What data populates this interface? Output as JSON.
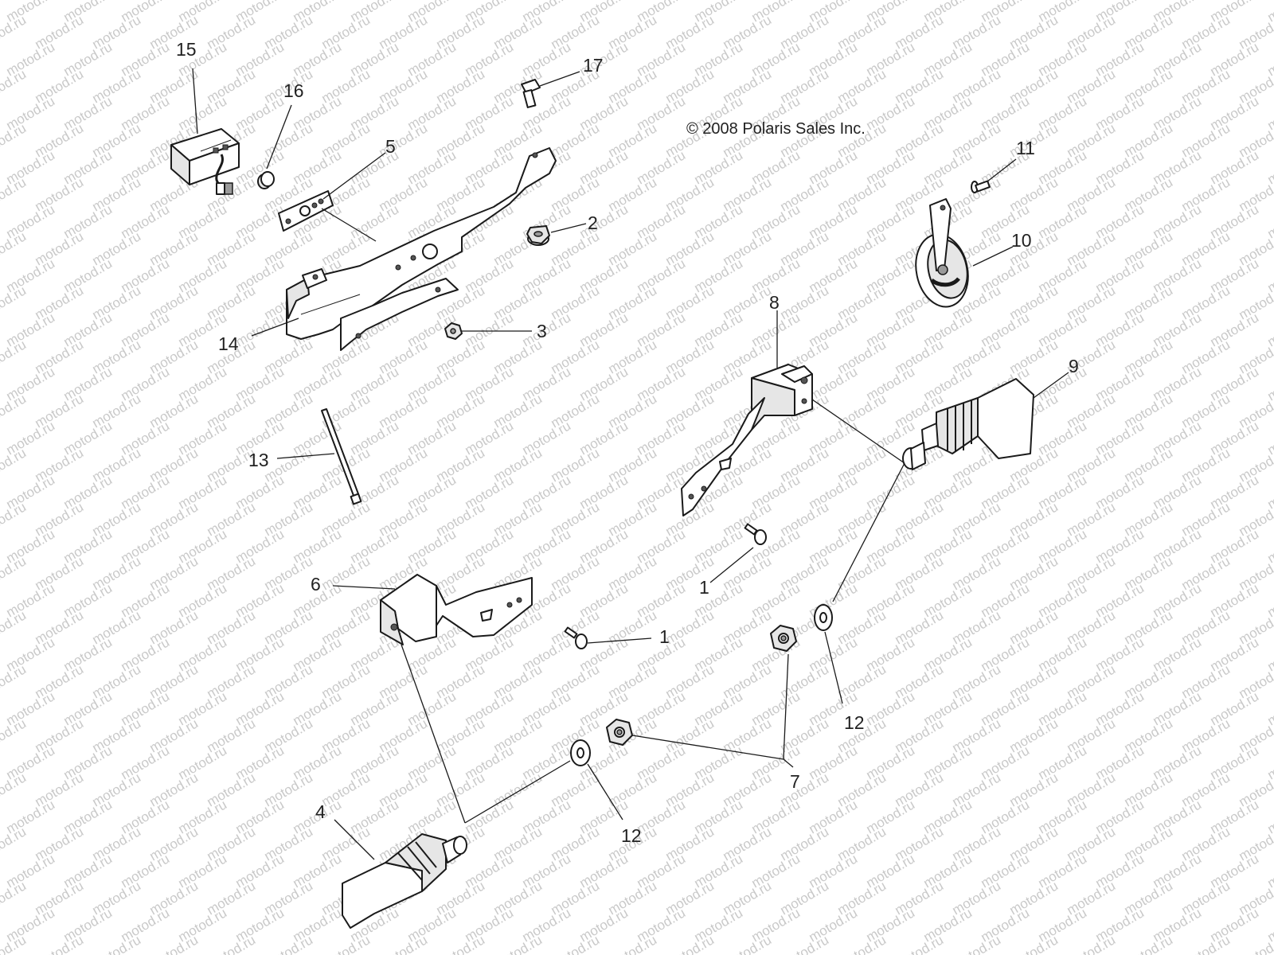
{
  "copyright": "© 2008 Polaris Sales Inc.",
  "watermark": "motod.ru",
  "colors": {
    "line": "#1a1a1a",
    "watermark": "#c9c9c9",
    "background": "#ffffff"
  },
  "callouts": {
    "c1a": "1",
    "c1b": "1",
    "c2": "2",
    "c3": "3",
    "c4": "4",
    "c5": "5",
    "c6": "6",
    "c7": "7",
    "c8": "8",
    "c9": "9",
    "c10": "10",
    "c11": "11",
    "c12a": "12",
    "c12b": "12",
    "c13": "13",
    "c14": "14",
    "c15": "15",
    "c16": "16",
    "c17": "17"
  },
  "parts": [
    {
      "callout": "1",
      "icon": "screw-icon"
    },
    {
      "callout": "2",
      "icon": "flange-nut-icon"
    },
    {
      "callout": "3",
      "icon": "nut-icon"
    },
    {
      "callout": "4",
      "icon": "turn-signal-lamp-icon"
    },
    {
      "callout": "5",
      "icon": "plate-icon"
    },
    {
      "callout": "6",
      "icon": "bracket-icon"
    },
    {
      "callout": "7",
      "icon": "nut-icon"
    },
    {
      "callout": "8",
      "icon": "bracket-icon"
    },
    {
      "callout": "9",
      "icon": "turn-signal-lamp-icon"
    },
    {
      "callout": "10",
      "icon": "horn-icon"
    },
    {
      "callout": "11",
      "icon": "screw-icon"
    },
    {
      "callout": "12",
      "icon": "washer-icon"
    },
    {
      "callout": "13",
      "icon": "cable-tie-icon"
    },
    {
      "callout": "14",
      "icon": "mounting-bracket-icon"
    },
    {
      "callout": "15",
      "icon": "license-lamp-icon"
    },
    {
      "callout": "16",
      "icon": "grommet-icon"
    },
    {
      "callout": "17",
      "icon": "bolt-icon"
    }
  ]
}
